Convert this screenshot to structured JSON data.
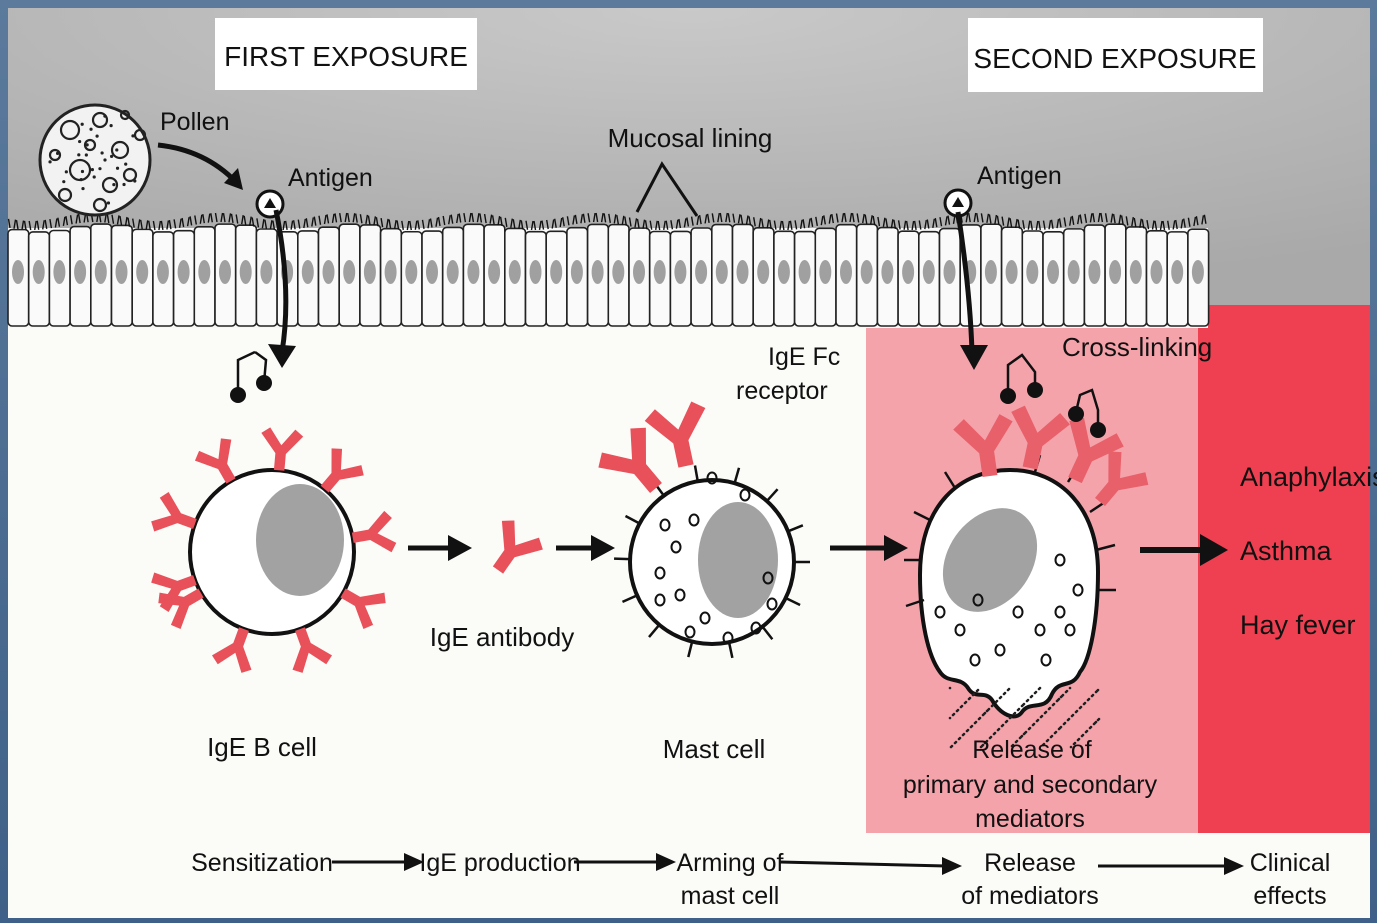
{
  "headers": {
    "first_exposure": "FIRST EXPOSURE",
    "second_exposure": "SECOND EXPOSURE"
  },
  "labels": {
    "pollen": "Pollen",
    "antigen_first": "Antigen",
    "antigen_second": "Antigen",
    "mucosal_lining": "Mucosal lining",
    "ige_b_cell": "IgE B cell",
    "ige_antibody": "IgE antibody",
    "ige_fc_receptor_line1": "IgE Fc",
    "ige_fc_receptor_line2": "receptor",
    "mast_cell": "Mast cell",
    "cross_linking": "Cross-linking",
    "release_line1": "Release of",
    "release_line2": "primary and secondary",
    "release_line3": "mediators"
  },
  "clinical_outcomes": [
    "Anaphylaxis",
    "Asthma",
    "Hay fever"
  ],
  "timeline": [
    {
      "line1": "Sensitization",
      "line2": ""
    },
    {
      "line1": "IgE production",
      "line2": ""
    },
    {
      "line1": "Arming of",
      "line2": "mast cell"
    },
    {
      "line1": "Release",
      "line2": "of mediators"
    },
    {
      "line1": "Clinical",
      "line2": "effects"
    }
  ],
  "colors": {
    "background_gray": "#b8b8b8",
    "antibody_red": "#e8505a",
    "highlight_pink": "#f4a0a8",
    "highlight_red": "#ee3c4a",
    "nucleus_gray": "#a0a0a0"
  }
}
